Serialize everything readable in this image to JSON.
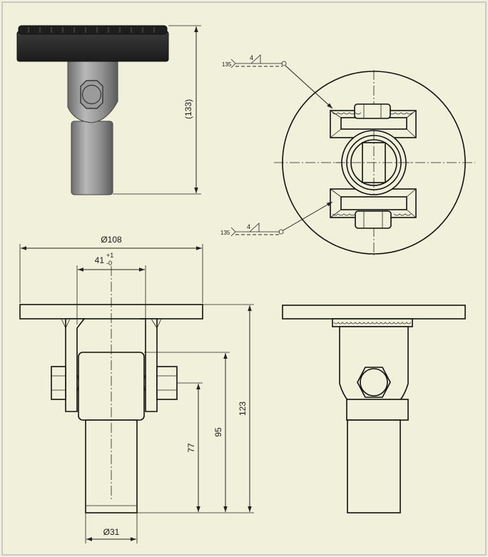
{
  "colors": {
    "background": "#f1f0da",
    "frame": "#c9c9c9",
    "line": "#111111",
    "handwheel": "#2a2a2a",
    "steel": "#8a8a8a"
  },
  "dimensions": {
    "height_overall": "(133)",
    "plate_diameter": "Ø108",
    "bracket_width": "41",
    "bracket_tol_upper": "+1",
    "bracket_tol_lower": "-0",
    "height_123": "123",
    "height_95": "95",
    "height_77": "77",
    "shaft_diameter": "Ø31"
  },
  "weld_symbols": {
    "top": {
      "process": "135",
      "size": "4"
    },
    "bottom": {
      "process": "135",
      "size": "4"
    }
  }
}
